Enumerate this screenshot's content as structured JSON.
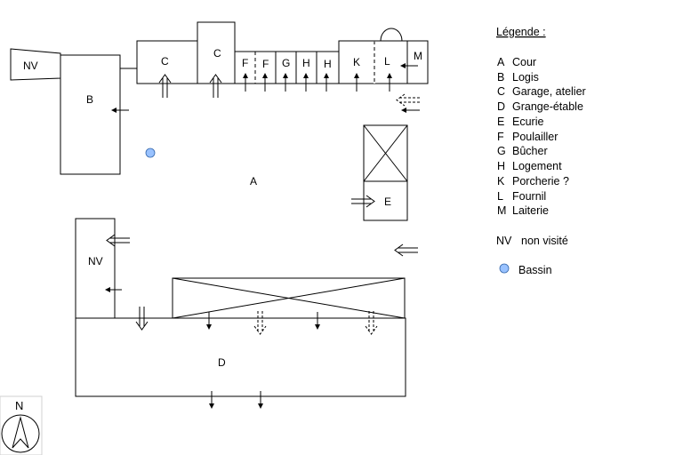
{
  "plan": {
    "labels": {
      "nv_top": "NV",
      "b": "B",
      "c1": "C",
      "c2": "C",
      "f1": "F",
      "f2": "F",
      "g": "G",
      "h1": "H",
      "h2": "H",
      "k": "K",
      "l": "L",
      "m": "M",
      "a": "A",
      "e": "E",
      "nv_left": "NV",
      "d": "D"
    },
    "compass_label": "N"
  },
  "legend": {
    "title": "Légende :",
    "items": [
      {
        "key": "A",
        "text": "Cour"
      },
      {
        "key": "B",
        "text": "Logis"
      },
      {
        "key": "C",
        "text": "Garage, atelier"
      },
      {
        "key": "D",
        "text": "Grange-étable"
      },
      {
        "key": "E",
        "text": "Ecurie"
      },
      {
        "key": "F",
        "text": "Poulailler"
      },
      {
        "key": "G",
        "text": "Bûcher"
      },
      {
        "key": "H",
        "text": "Logement"
      },
      {
        "key": "K",
        "text": "Porcherie ?"
      },
      {
        "key": "L",
        "text": "Fournil"
      },
      {
        "key": "M",
        "text": "Laiterie"
      }
    ],
    "nv": {
      "key": "NV",
      "text": "non visité"
    },
    "bassin": {
      "text": "Bassin",
      "color": "#99c2ff"
    }
  }
}
